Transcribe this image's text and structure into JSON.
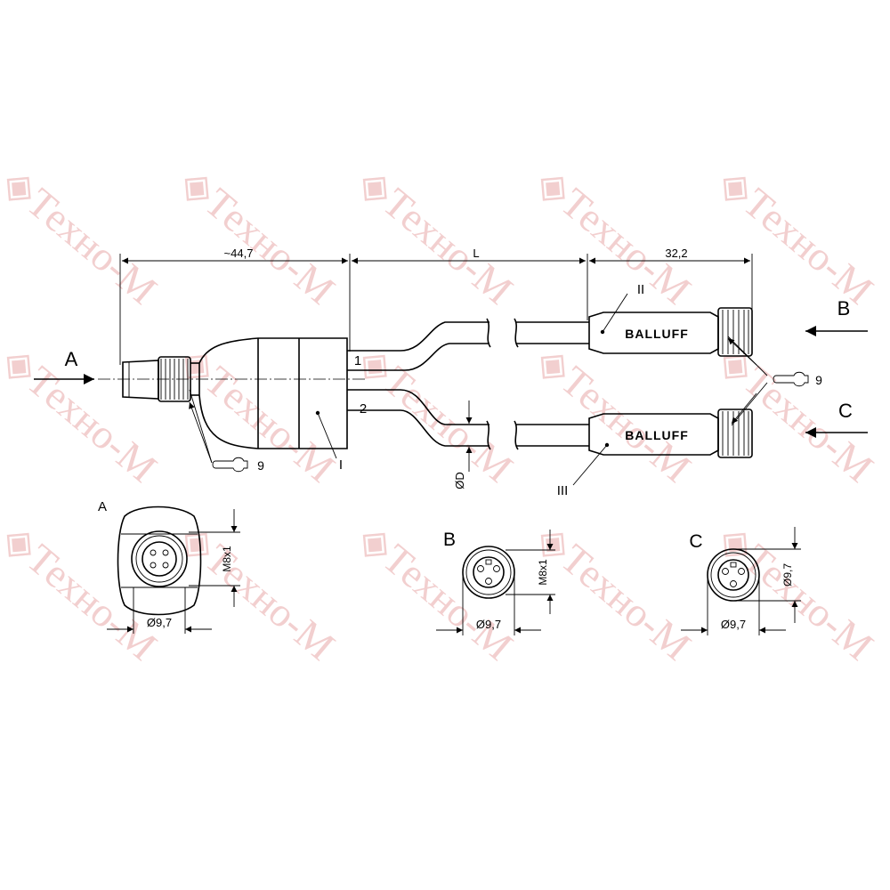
{
  "drawing": {
    "view_labels": {
      "a_arrow": "A",
      "b_arrow": "B",
      "c_arrow": "C",
      "a_view": "A",
      "b_view": "B",
      "c_view": "C"
    },
    "dimensions": {
      "left_length": "~44,7",
      "cable_length": "L",
      "right_length": "32,2",
      "cable_diameter": "ØD",
      "a_thread": "M8x1",
      "a_diameter": "Ø9,7",
      "b_thread": "M8x1",
      "b_diameter": "Ø9,7",
      "c_height": "Ø9,7",
      "c_diameter": "Ø9,7"
    },
    "callouts": {
      "splitter": "I",
      "connector_top": "II",
      "connector_bottom": "III",
      "branch_1": "1",
      "branch_2": "2",
      "wrench_left": "9",
      "wrench_right": "9"
    },
    "brand": {
      "top": "BALLUFF",
      "bottom": "BALLUFF"
    },
    "watermark": "◈Техно-М"
  }
}
